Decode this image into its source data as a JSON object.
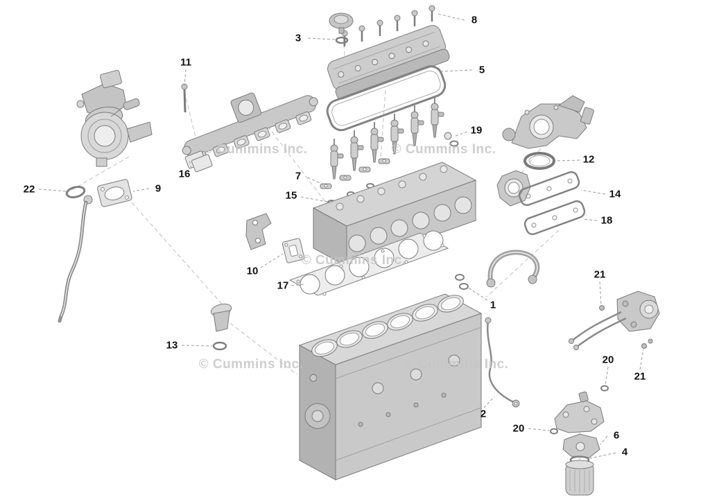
{
  "diagram": {
    "type": "exploded-parts-diagram",
    "subject": "engine long block with turbocharger, manifolds, fuel system",
    "palette": {
      "background": "#ffffff",
      "line_art": "#7a7a7a",
      "watermark": "#c6c6c6",
      "callout_text": "#111111"
    },
    "watermarks": [
      {
        "text": "© Cummins Inc."
      },
      {
        "text": "© Cummins Inc."
      },
      {
        "text": "© Cummins Inc."
      },
      {
        "text": "© Cummins Inc."
      },
      {
        "text": "© Cummins Inc."
      }
    ],
    "callouts": [
      {
        "label": "8"
      },
      {
        "label": "3"
      },
      {
        "label": "5"
      },
      {
        "label": "11"
      },
      {
        "label": "19"
      },
      {
        "label": "12"
      },
      {
        "label": "16"
      },
      {
        "label": "7"
      },
      {
        "label": "14"
      },
      {
        "label": "15"
      },
      {
        "label": "9"
      },
      {
        "label": "22"
      },
      {
        "label": "18"
      },
      {
        "label": "10"
      },
      {
        "label": "17"
      },
      {
        "label": "21"
      },
      {
        "label": "1"
      },
      {
        "label": "13"
      },
      {
        "label": "20"
      },
      {
        "label": "21"
      },
      {
        "label": "2"
      },
      {
        "label": "20"
      },
      {
        "label": "6"
      },
      {
        "label": "4"
      }
    ]
  }
}
